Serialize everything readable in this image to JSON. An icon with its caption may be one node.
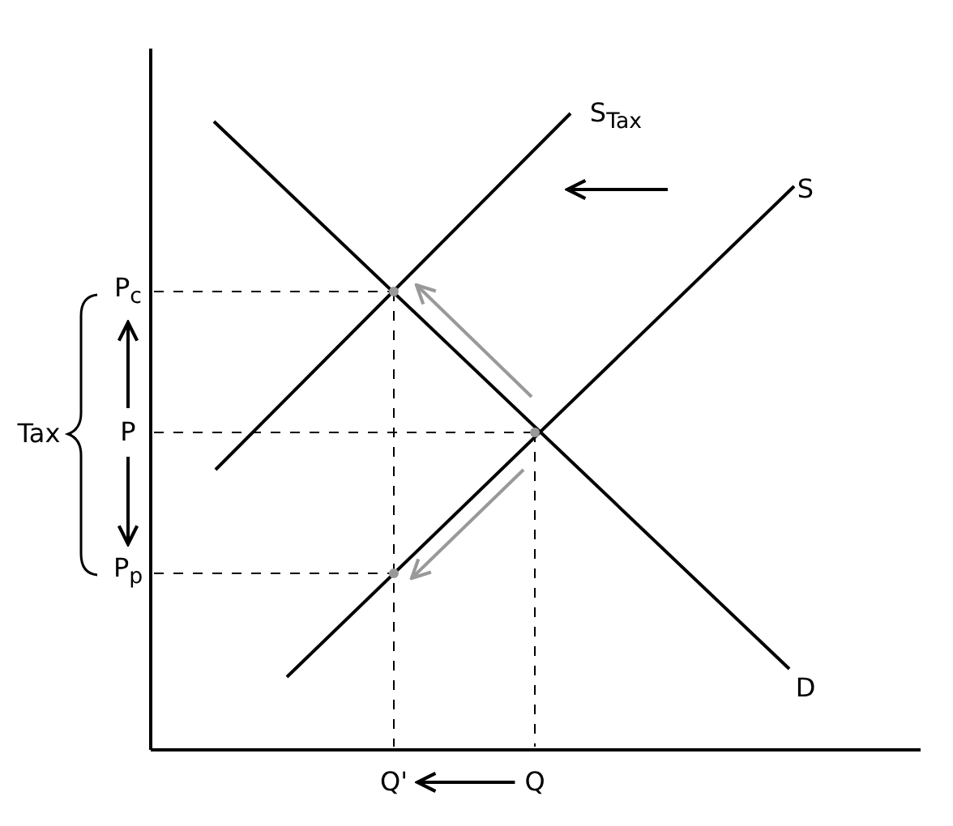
{
  "diagram": {
    "nodes": [
      {
        "text": [
          "P$_{c}$"
        ]
      },
      {
        "text": [
          "P"
        ]
      },
      {
        "text": [
          "P$_{p}$"
        ]
      },
      {
        "text": [
          "Q'"
        ]
      },
      {
        "text": [
          "Q"
        ]
      }
    ],
    "edges": [
      {
        "from": 1,
        "to": 0,
        "arrow": "to"
      },
      {
        "from": 1,
        "to": 2,
        "arrow": "to"
      },
      {
        "from": 4,
        "to": 3,
        "arrow": "to"
      }
    ],
    "labels": [
      "S$_{Tax}$",
      "S",
      "Tax",
      "D"
    ]
  }
}
